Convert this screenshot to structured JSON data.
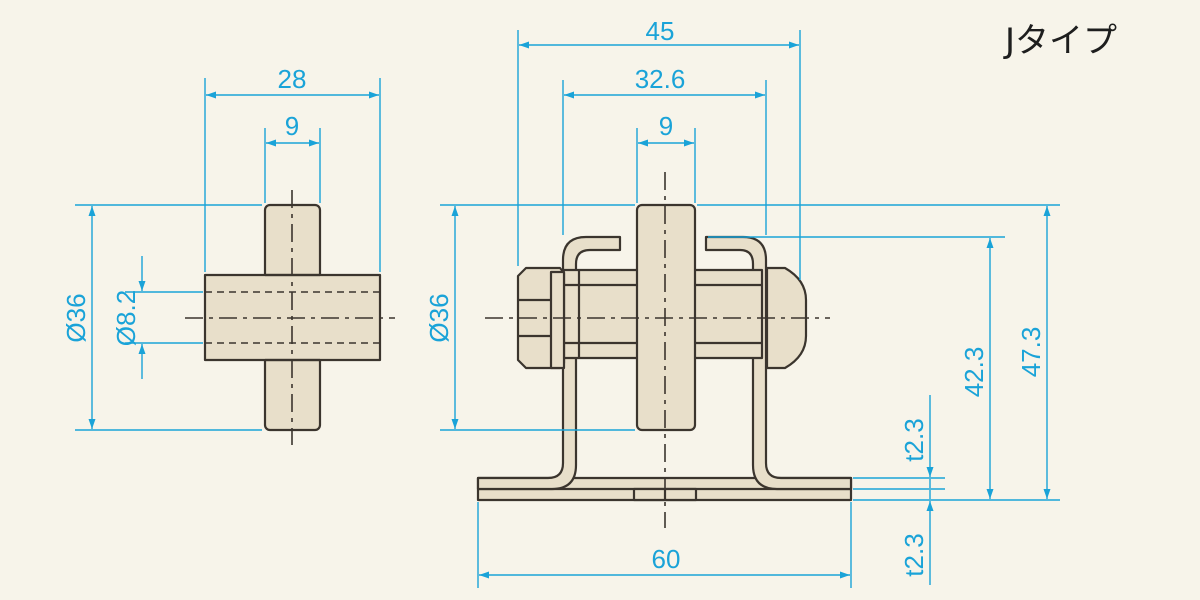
{
  "title": "Jタイプ",
  "left_view": {
    "width": "28",
    "hub": "9",
    "diameter": "Ø36",
    "bore": "Ø8.2"
  },
  "right_view": {
    "overall": "45",
    "inner": "32.6",
    "hub": "9",
    "diameter": "Ø36",
    "base_width": "60",
    "height_inner": "42.3",
    "height_total": "47.3",
    "thickness_top": "t2.3",
    "thickness_bottom": "t2.3"
  }
}
